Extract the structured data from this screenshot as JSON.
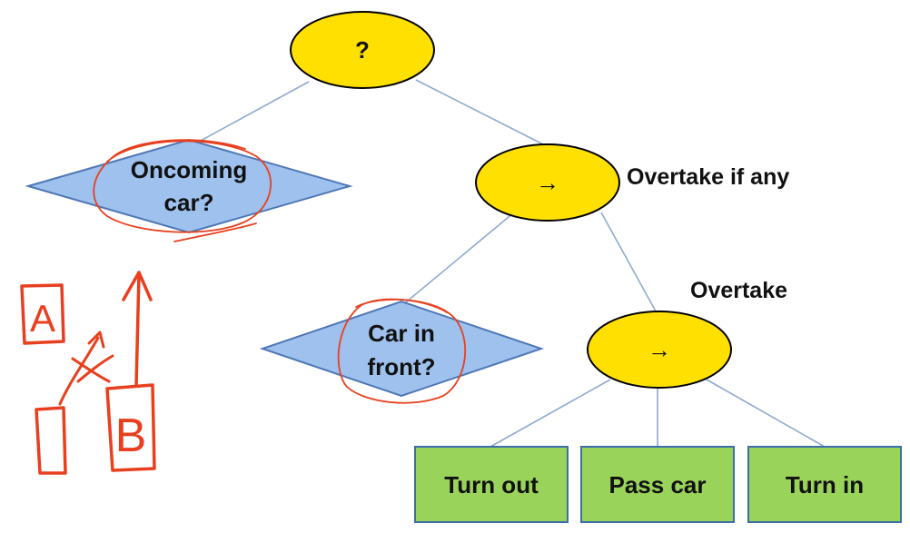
{
  "colors": {
    "selector_fill": "#FFE000",
    "condition_fill": "#9EC1EE",
    "condition_stroke": "#4F77B5",
    "action_fill": "#9AD35A",
    "action_stroke": "#3C6EA8",
    "edge": "#8FA9CF",
    "annotation_ink": "#E8401F"
  },
  "tree": {
    "root": {
      "symbol": "?"
    },
    "oncoming": {
      "line1": "Oncoming",
      "line2": "car?"
    },
    "overtake_if_any": {
      "symbol": "→",
      "label": "Overtake if any"
    },
    "car_in_front": {
      "line1": "Car in",
      "line2": "front?"
    },
    "overtake": {
      "symbol": "→",
      "label": "Overtake"
    },
    "actions": [
      "Turn out",
      "Pass car",
      "Turn in"
    ]
  },
  "sketch": {
    "box_a_letter": "A",
    "box_b_letter": "B"
  }
}
